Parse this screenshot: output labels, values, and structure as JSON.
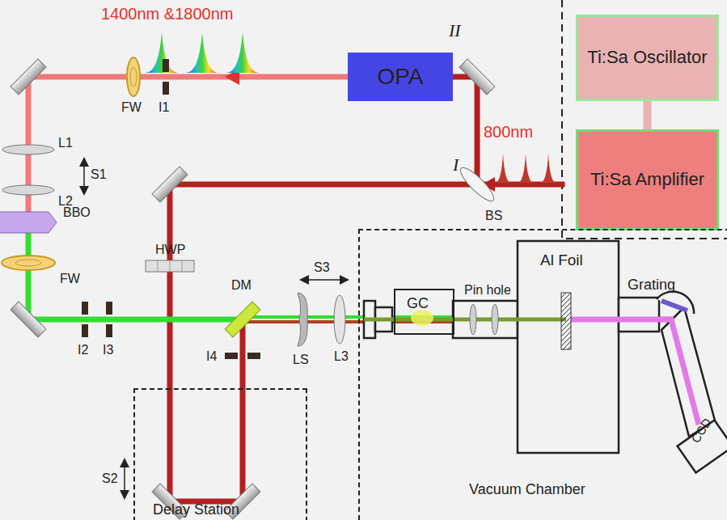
{
  "diagram": {
    "nodes": [
      {
        "text": [
          "Ti:Sa Oscillator"
        ]
      },
      {
        "text": [
          "Ti:Sa Amplifier"
        ]
      },
      {
        "text": [
          "OPA"
        ]
      },
      {
        "text": [
          "Vacuum Chamber"
        ]
      },
      {
        "text": [
          "GC"
        ],
        "in": 3
      },
      {
        "text": [
          "Delay Station"
        ]
      }
    ],
    "edges": [
      {
        "from": 0,
        "to": 1,
        "arrow": "none"
      }
    ],
    "labels": [
      "1400nm &1800nm",
      "800nm",
      "II",
      "I",
      "BS",
      "FW",
      "I1",
      "L1",
      "S1",
      "L2",
      "BBO",
      "FW",
      "HWP",
      "DM",
      "LS",
      "S3",
      "L3",
      "I2",
      "I3",
      "I4",
      "S2",
      "Pin hole",
      "Al Foil",
      "Grating",
      "CCD"
    ]
  }
}
